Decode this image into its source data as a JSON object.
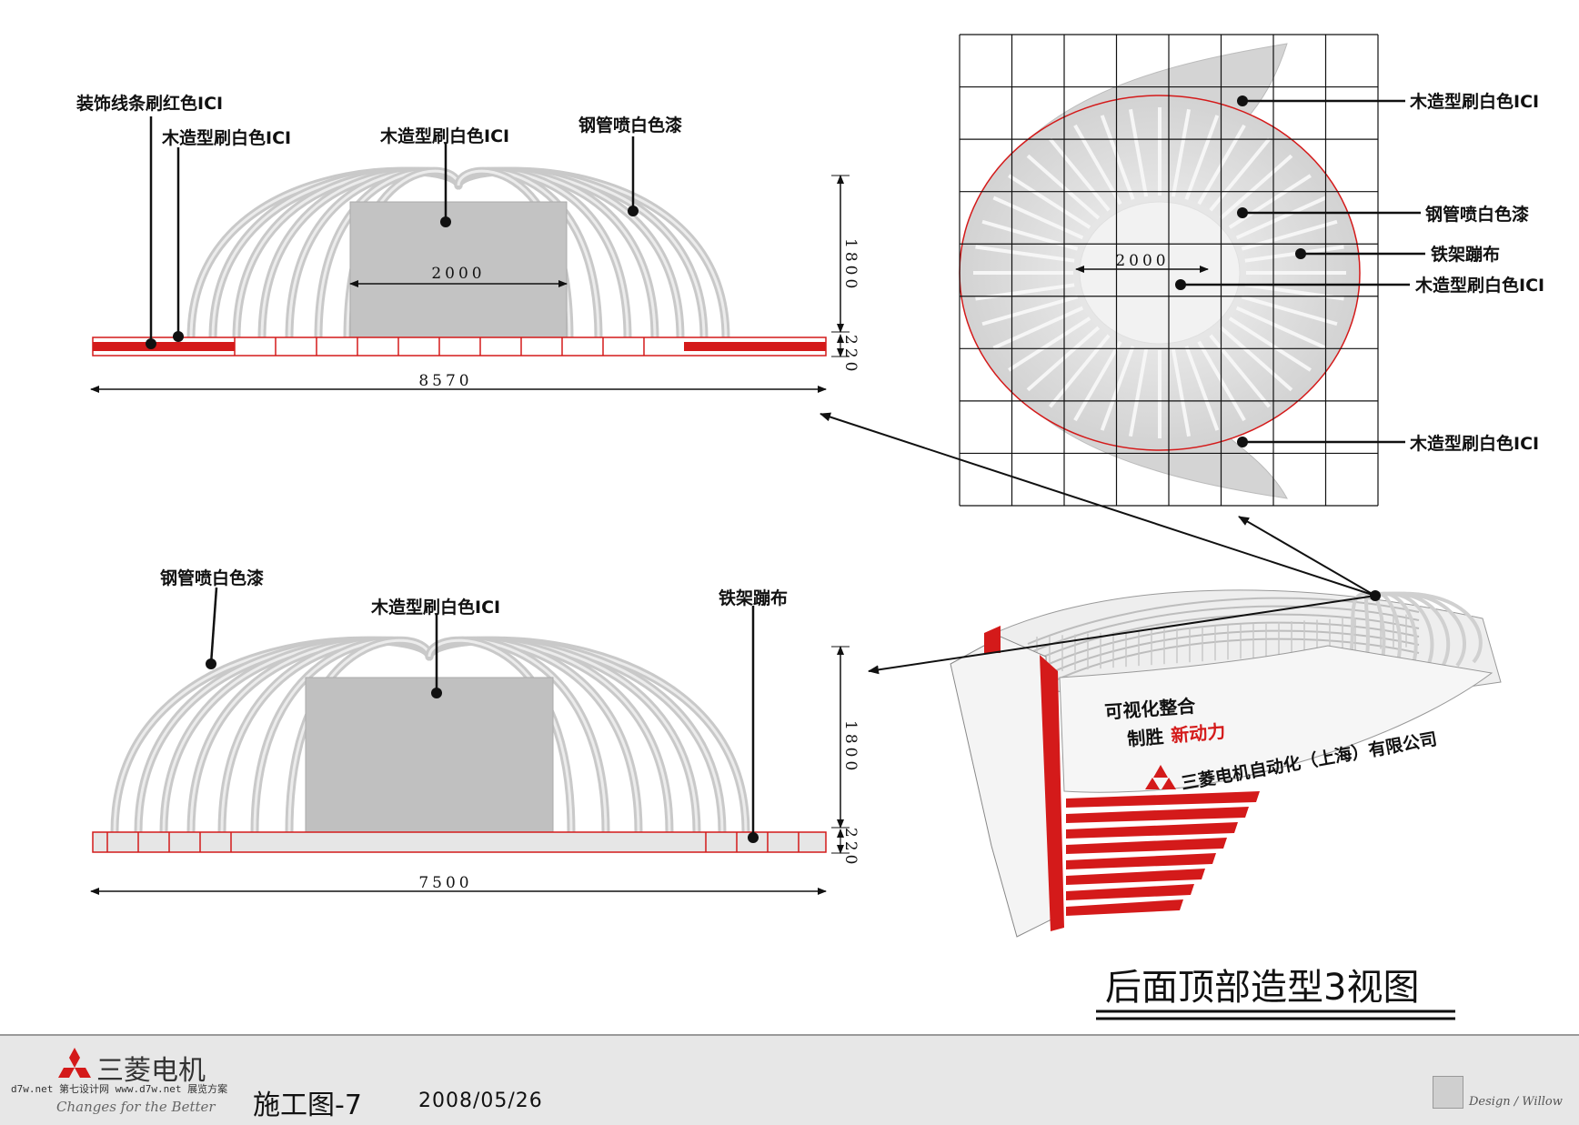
{
  "colors": {
    "accent_red": "#d41a1a",
    "steel": "#c9c9c9",
    "panel_gray": "#bdbdbd",
    "grid": "#111111"
  },
  "front_view": {
    "labels": {
      "red_strip": "装饰线条刷红色ICI",
      "wood_side": "木造型刷白色ICI",
      "wood_center": "木造型刷白色ICI",
      "steel_tube": "钢管喷白色漆"
    },
    "dims": {
      "inner_width": "2000",
      "height": "1800",
      "base": "220",
      "total_width": "8570"
    }
  },
  "side_view": {
    "labels": {
      "steel_tube": "钢管喷白色漆",
      "wood_center": "木造型刷白色ICI",
      "fabric": "铁架蹦布"
    },
    "dims": {
      "height": "1800",
      "base": "220",
      "total_width": "7500"
    }
  },
  "top_view": {
    "labels": {
      "wood_top": "木造型刷白色ICI",
      "steel_tube": "钢管喷白色漆",
      "fabric": "铁架蹦布",
      "wood_center": "木造型刷白色ICI",
      "wood_bottom": "木造型刷白色ICI"
    },
    "dims": {
      "inner_width": "2000"
    }
  },
  "render": {
    "slogan_line1": "可视化整合",
    "slogan_line2_a": "制胜",
    "slogan_line2_b": "新动力",
    "company_sign": "三菱电机自动化（上海）有限公司"
  },
  "view_title": "后面顶部造型3视图",
  "footer": {
    "brand": "三菱电机",
    "slogan": "Changes for the Better",
    "watermark": "d7w.net 第七设计网 www.d7w.net 展览方案",
    "sheet_label": "施工图-7",
    "date": "2008/05/26",
    "credit": "Design / Willow"
  }
}
